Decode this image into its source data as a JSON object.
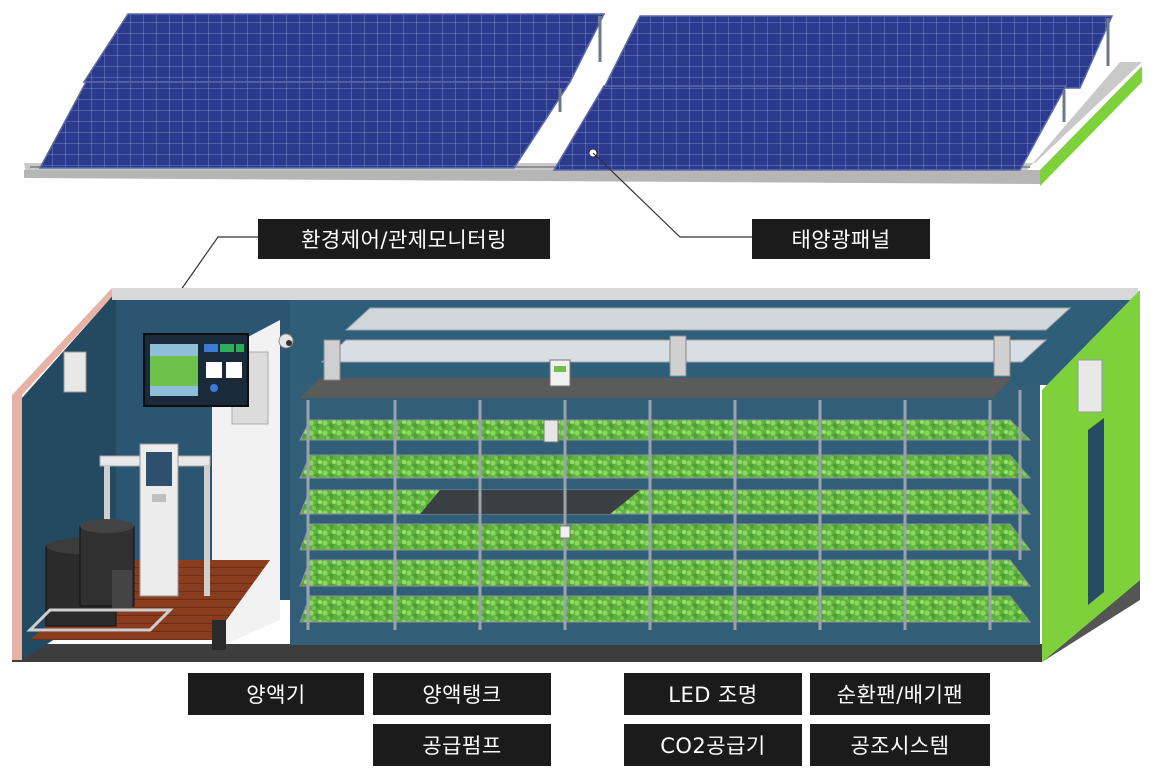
{
  "labels": {
    "env_control": "환경제어/관제모니터링",
    "solar_panel": "태양광패널",
    "nutrient_machine": "양액기",
    "nutrient_tank": "양액탱크",
    "supply_pump": "공급펌프",
    "led_lighting": "LED 조명",
    "circulation_fan": "순환팬/배기팬",
    "co2_supplier": "CO2공급기",
    "hvac_system": "공조시스템"
  },
  "colors": {
    "solar_panel": "#2b3a8c",
    "solar_grid": "#8e99d6",
    "container_wall_dark": "#234a61",
    "container_wall_green": "#7fd13b",
    "container_edge_pink": "#e8b3a6",
    "plant_green": "#6cc24a",
    "shelf_metal": "#9aa3ab",
    "floor_wood": "#8a3c1e",
    "label_bg": "#1b1b1b",
    "label_text": "#ffffff"
  }
}
